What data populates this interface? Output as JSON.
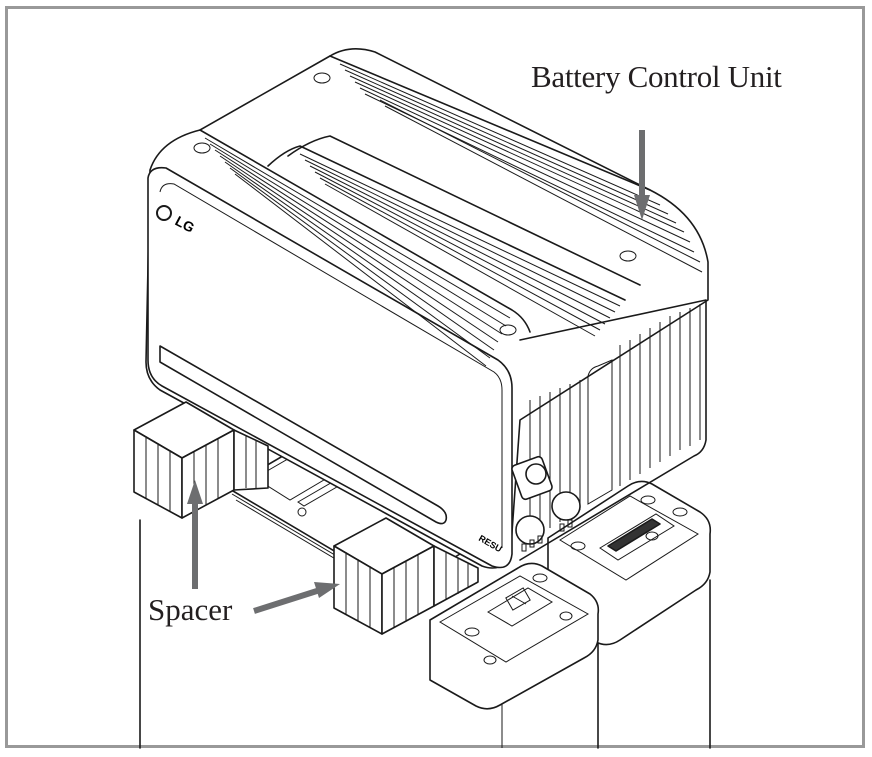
{
  "diagram": {
    "callouts": [
      {
        "id": "battery-control-unit",
        "text": "Battery Control Unit"
      },
      {
        "id": "spacer",
        "text": "Spacer"
      }
    ],
    "brand_logo": "LG",
    "product_badge": "RESU",
    "colors": {
      "frame_border": "#999999",
      "arrow": "#6d6e70",
      "line_art": "#1a1a1a",
      "label_text": "#231f20"
    }
  }
}
